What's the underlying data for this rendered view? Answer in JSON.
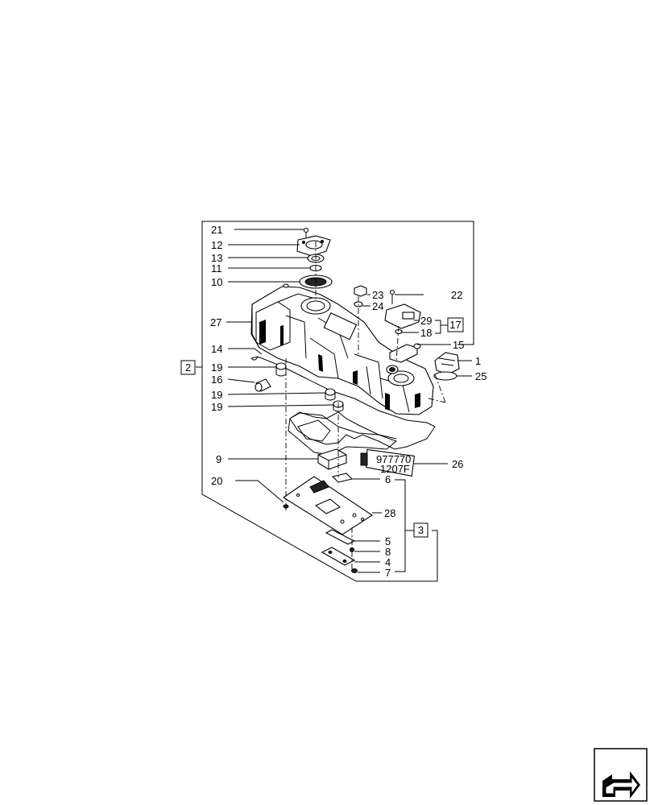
{
  "callouts": {
    "c1": "1",
    "c4": "4",
    "c5": "5",
    "c6": "6",
    "c7": "7",
    "c8": "8",
    "c9": "9",
    "c10": "10",
    "c11": "11",
    "c12": "12",
    "c13": "13",
    "c14": "14",
    "c15": "15",
    "c16": "16",
    "c18": "18",
    "c19a": "19",
    "c19b": "19",
    "c19c": "19",
    "c20": "20",
    "c21": "21",
    "c22": "22",
    "c23": "23",
    "c24": "24",
    "c25": "25",
    "c26": "26",
    "c27": "27",
    "c28": "28",
    "c29": "29"
  },
  "boxed_refs": {
    "b2": "2",
    "b3": "3",
    "b17": "17"
  },
  "sealant_tube": {
    "line1": "977770",
    "line2": "1207F"
  },
  "icons": {
    "nav": "next-page-arrow-icon"
  }
}
